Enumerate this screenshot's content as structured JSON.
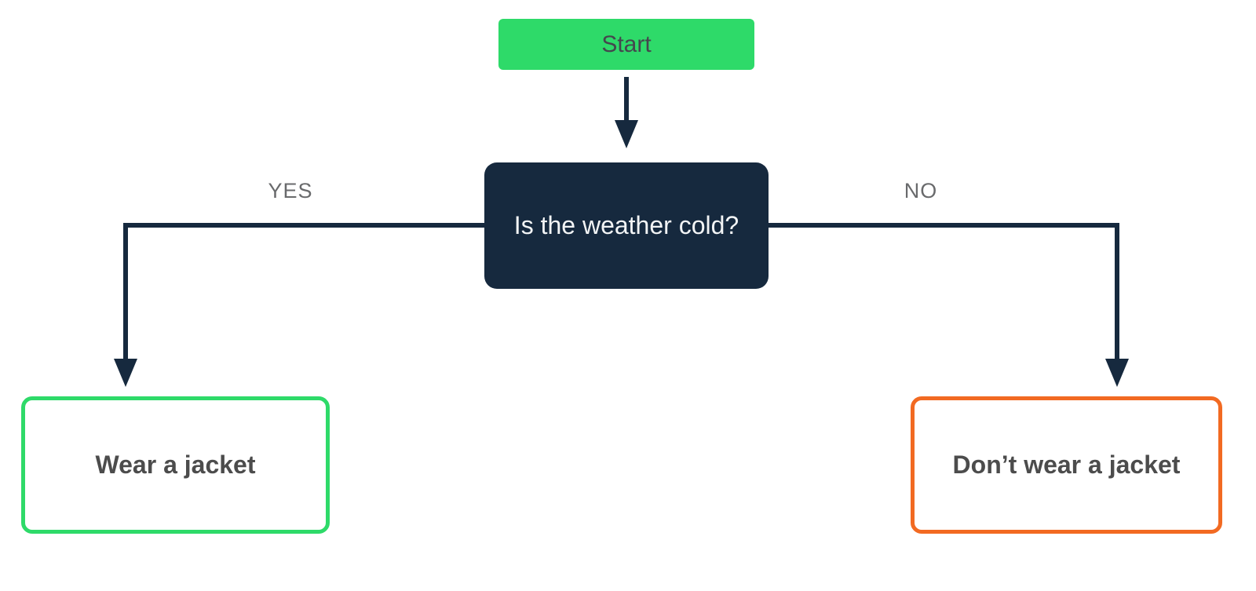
{
  "diagram": {
    "type": "flowchart",
    "nodes": {
      "start": {
        "label": "Start",
        "shape": "rounded-rect",
        "fill": "#2eda69",
        "text_color": "#45464e"
      },
      "decision": {
        "label": "Is the weather cold?",
        "shape": "rounded-rect",
        "fill": "#16293e",
        "text_color": "#f2f4f5"
      },
      "yes_result": {
        "label": "Wear a jacket",
        "shape": "rounded-rect",
        "fill": "#ffffff",
        "border_color": "#2eda69",
        "text_color": "#4c4c4c"
      },
      "no_result": {
        "label": "Don’t wear a jacket",
        "shape": "rounded-rect",
        "fill": "#ffffff",
        "border_color": "#f26a22",
        "text_color": "#4c4c4c"
      }
    },
    "edges": {
      "start_to_decision": {
        "from": "start",
        "to": "decision",
        "label": "",
        "style": "arrow-down"
      },
      "decision_to_yes": {
        "from": "decision",
        "to": "yes_result",
        "label": "YES",
        "style": "elbow-arrow"
      },
      "decision_to_no": {
        "from": "decision",
        "to": "no_result",
        "label": "NO",
        "style": "elbow-arrow"
      }
    },
    "colors": {
      "green": "#2eda69",
      "navy": "#16293e",
      "orange": "#f26a22",
      "label_gray": "#696a6c",
      "result_text": "#4c4c4c",
      "start_text": "#45464e",
      "decision_text": "#f2f4f5",
      "bg": "#ffffff"
    }
  }
}
